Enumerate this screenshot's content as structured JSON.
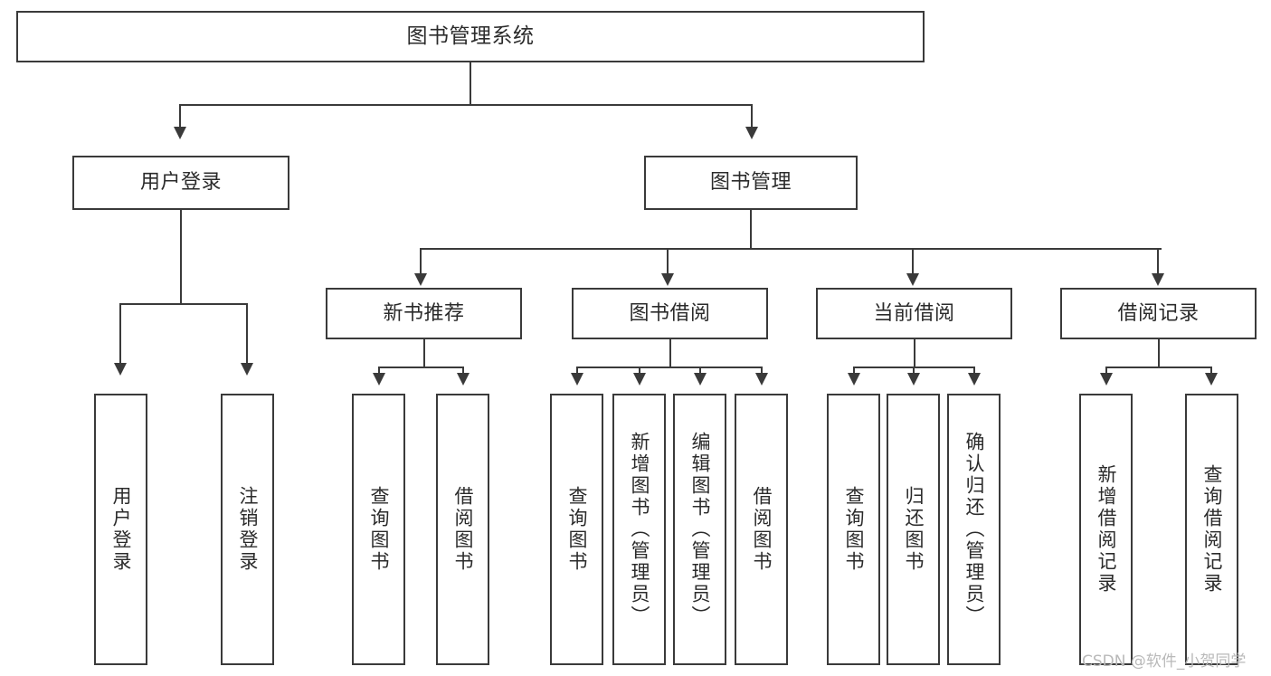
{
  "diagram": {
    "title": "图书管理系统",
    "type": "功能结构图",
    "watermark": "CSDN @软件_小贺同学",
    "theme": {
      "background": "#ffffff",
      "box_border": "#3a3a3a",
      "box_fill": "#ffffff",
      "connector": "#3a3a3a",
      "text": "#2b2b2b",
      "watermark": "#b9b9b9"
    },
    "root": {
      "label": "图书管理系统"
    },
    "level2": [
      {
        "label": "用户登录"
      },
      {
        "label": "图书管理"
      }
    ],
    "level3": [
      {
        "label": "新书推荐"
      },
      {
        "label": "图书借阅"
      },
      {
        "label": "当前借阅"
      },
      {
        "label": "借阅记录"
      }
    ],
    "leaves": {
      "user_login": [
        {
          "label": "用户登录"
        },
        {
          "label": "注销登录"
        }
      ],
      "new_book_recommend": [
        {
          "label": "查询图书"
        },
        {
          "label": "借阅图书"
        }
      ],
      "book_borrow": [
        {
          "label": "查询图书"
        },
        {
          "label": "新增图书（管理员）"
        },
        {
          "label": "编辑图书（管理员）"
        },
        {
          "label": "借阅图书"
        }
      ],
      "current_borrow": [
        {
          "label": "查询图书"
        },
        {
          "label": "归还图书"
        },
        {
          "label": "确认归还（管理员）"
        }
      ],
      "borrow_record": [
        {
          "label": "新增借阅记录"
        },
        {
          "label": "查询借阅记录"
        }
      ]
    }
  }
}
